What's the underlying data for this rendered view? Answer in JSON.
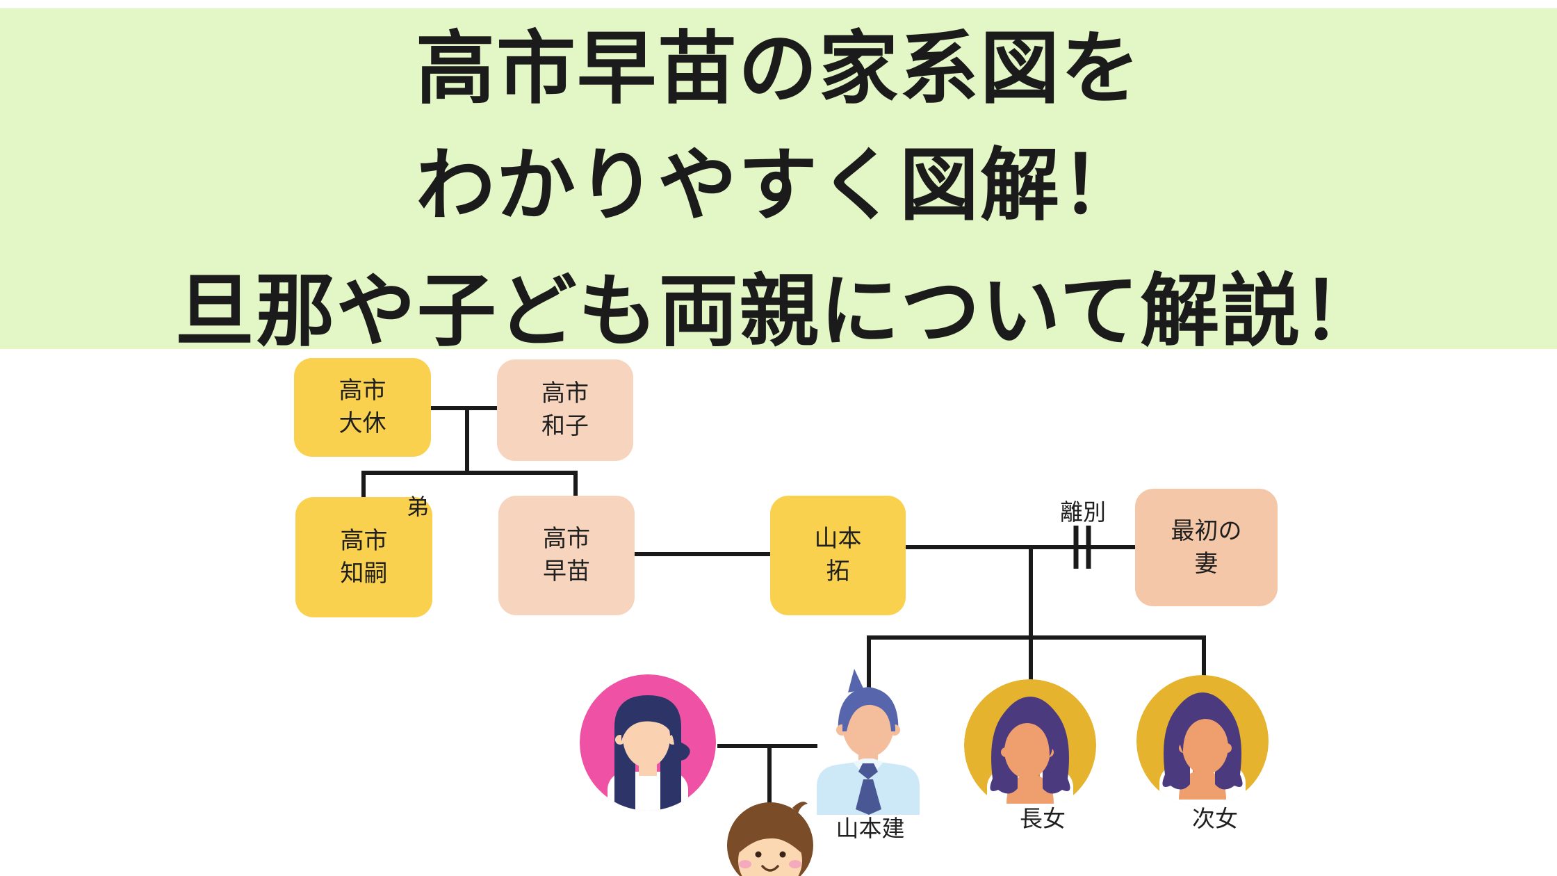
{
  "title_banner": {
    "background": "#E3F7C6",
    "lines": [
      "高市早苗の家系図を",
      "わかりやすく図解！",
      "旦那や子ども両親について解説！"
    ]
  },
  "family_tree": {
    "boxes": [
      {
        "id": "takaichi-taikyu",
        "label": "高市\n大休",
        "role": "father",
        "color": "#FAD14F"
      },
      {
        "id": "takaichi-kazuko",
        "label": "高市\n和子",
        "role": "mother",
        "color": "#F7D4BD"
      },
      {
        "id": "takaichi-tomotsugu",
        "label": "高市\n知嗣",
        "role": "younger-brother",
        "color": "#FAD14F"
      },
      {
        "id": "takaichi-sanae",
        "label": "高市\n早苗",
        "role": "subject",
        "color": "#F7D4BD"
      },
      {
        "id": "yamamoto-taku",
        "label": "山本\n拓",
        "role": "husband",
        "color": "#FAD14F"
      },
      {
        "id": "first-wife",
        "label": "最初の\n妻",
        "role": "ex-wife",
        "color": "#F4C7A8"
      }
    ],
    "annotations": {
      "brother_tag": "弟",
      "divorce_tag": "離別"
    },
    "avatar_labels": {
      "son": "山本建",
      "first_daughter": "長女",
      "second_daughter": "次女"
    },
    "colors": {
      "line": "#1A1A1A",
      "mother_circle_pink": "#EF52A5",
      "daughter_circle_gold": "#E5B32D",
      "navy_hair": "#2C3468",
      "purple_hair": "#4B3A7E",
      "man_hair_indigo": "#5766AC",
      "shirt_blue": "#CDE9F8",
      "tie_indigo": "#4A5795",
      "boy_hair_brown": "#7B4C28"
    }
  }
}
